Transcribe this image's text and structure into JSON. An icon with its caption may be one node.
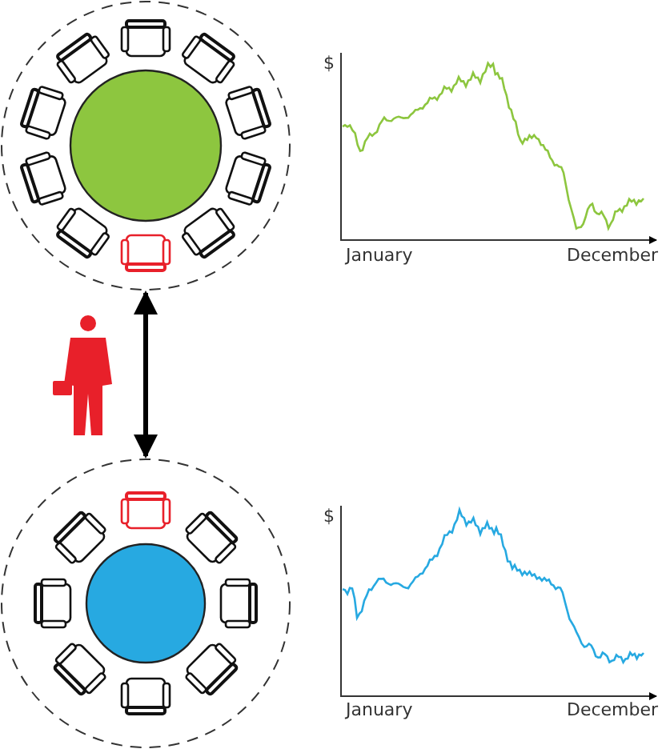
{
  "diagram": {
    "nodes": [
      {
        "text": [],
        "shape": "picture"
      },
      {
        "text": [],
        "shape": "picture"
      }
    ],
    "edges": [
      {
        "from": 0,
        "to": 1,
        "arrow": "both"
      }
    ],
    "labels": [
      "$",
      "January",
      "December",
      "$",
      "January",
      "December"
    ]
  }
}
